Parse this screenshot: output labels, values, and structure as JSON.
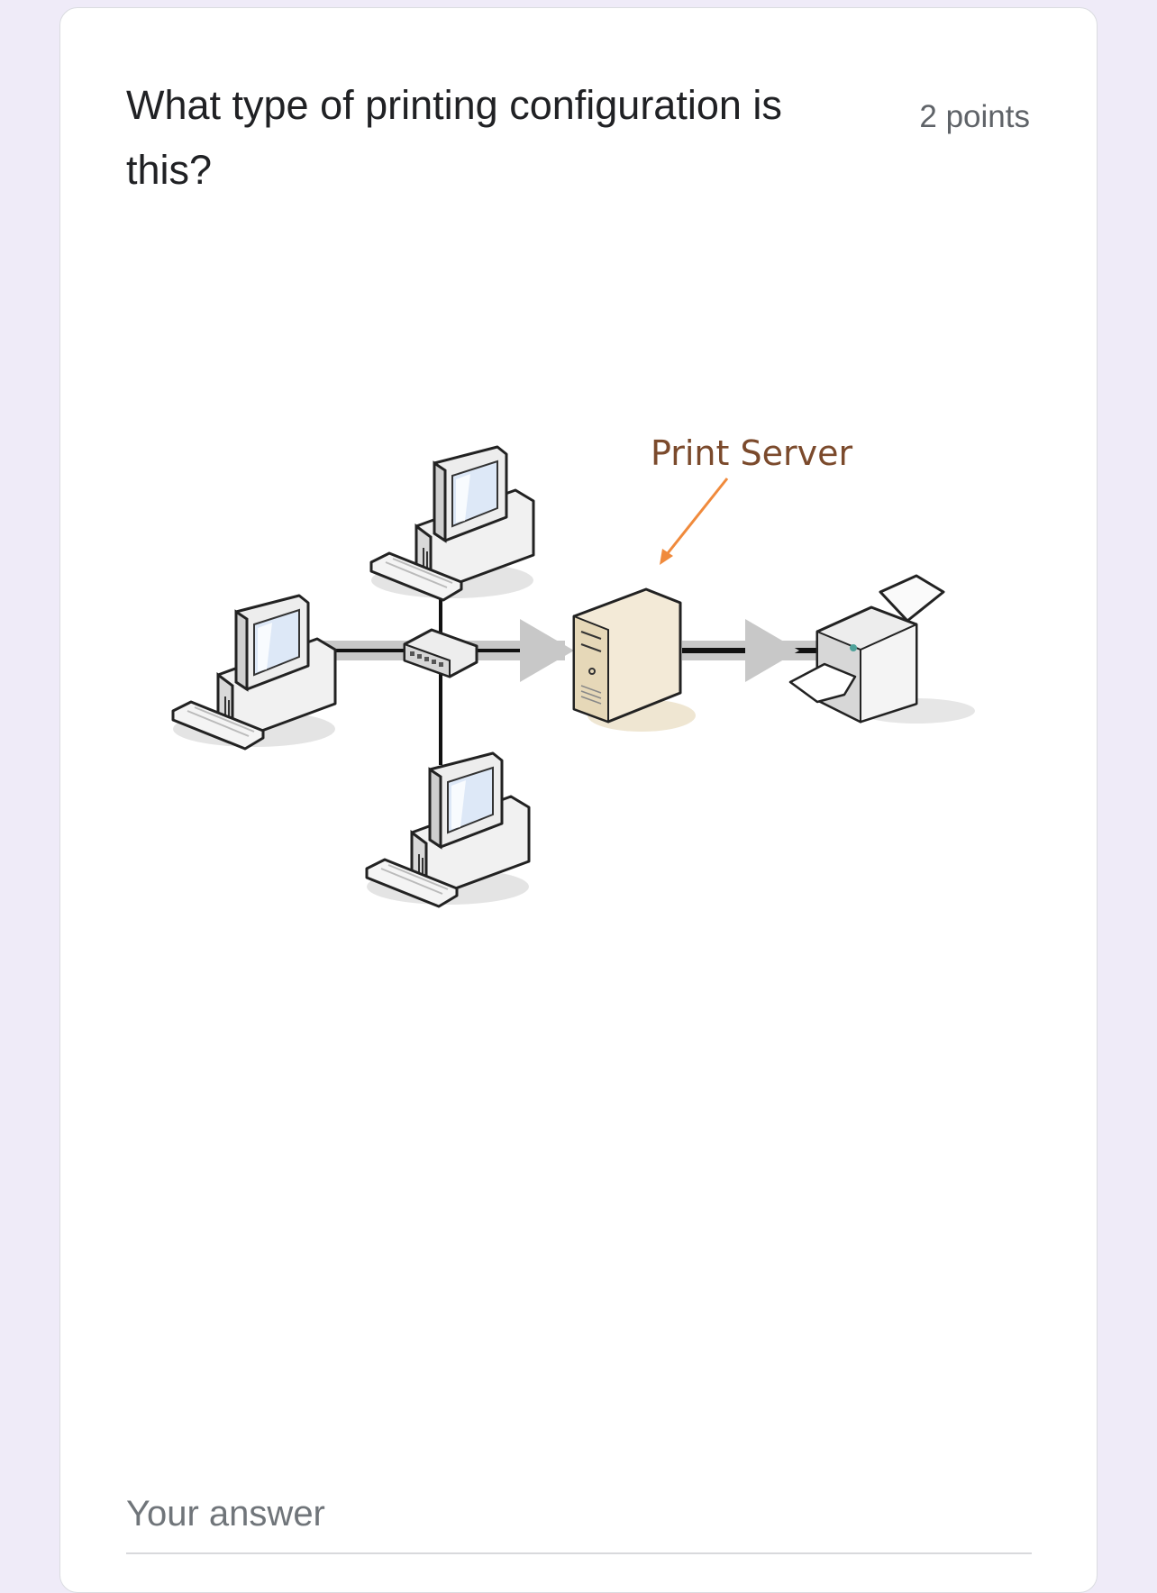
{
  "question": {
    "title": "What type of printing configuration is this?",
    "points": "2 points"
  },
  "diagram": {
    "label_print_server": "Print Server",
    "label_color": "#7b4a2c",
    "arrow_color": "#f08a3c",
    "icons": [
      "desktop-computer-icon",
      "network-switch-icon",
      "server-tower-icon",
      "printer-icon"
    ]
  },
  "answer": {
    "placeholder": "Your answer"
  },
  "colors": {
    "page_background": "#efebf8",
    "card_background": "#ffffff",
    "title_text": "#202124",
    "secondary_text": "#5f6368"
  }
}
